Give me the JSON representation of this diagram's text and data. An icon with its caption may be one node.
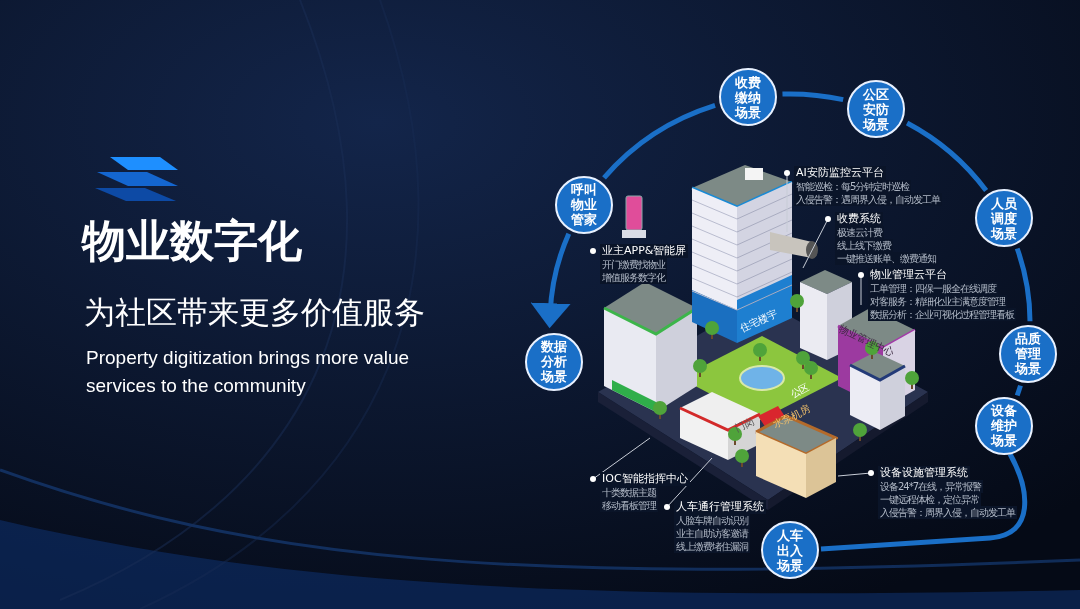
{
  "diagram": {
    "title": "物业数字化",
    "nodes": [
      {
        "text": [
          "收费缴纳场景"
        ]
      },
      {
        "text": [
          "公区安防场景"
        ]
      },
      {
        "text": [
          "AI安防监控云平台",
          "智能巡检：每5分钟定时巡检",
          "入侵告警：遇周界入侵，自动发工单"
        ]
      },
      {
        "text": [
          "呼叫物业管家"
        ]
      },
      {
        "text": [
          "人员调度场景"
        ]
      },
      {
        "text": [
          "收费系统",
          "极速云计费",
          "线上线下缴费",
          "一键推送账单、缴费通知"
        ]
      },
      {
        "text": [
          "业主APP&智能屏",
          "开门缴费找物业",
          "增值服务数字化"
        ]
      },
      {
        "text": [
          "物业管理云平台",
          "工单管理：四保一服全在线调度",
          "对客服务：精细化业主满意度管理",
          "数据分析：企业可视化过程管理看板"
        ]
      },
      {
        "text": [
          "品质管理场景"
        ]
      },
      {
        "text": [
          "数据分析场景"
        ]
      },
      {
        "text": [
          "设备维护场景"
        ]
      },
      {
        "text": [
          "设备设施管理系统",
          "设备24*7在线，异常报警",
          "一键远程体检，定位异常",
          "入侵告警：周界入侵，自动发工单"
        ]
      },
      {
        "text": [
          "IOC智能指挥中心",
          "十类数据主题",
          "移动看板管理"
        ]
      },
      {
        "text": [
          "人车通行管理系统",
          "人脸车牌自动识别",
          "业主自助访客邀请",
          "线上缴费堵住漏洞"
        ]
      },
      {
        "text": [
          "人车出入场景"
        ]
      },
      {
        "text": [
          "水泵机房"
        ]
      }
    ],
    "edges": [
      {
        "from": 14,
        "to": 10,
        "arrow": "none"
      },
      {
        "from": 10,
        "to": 8,
        "arrow": "none"
      },
      {
        "from": 8,
        "to": 4,
        "arrow": "none"
      },
      {
        "from": 4,
        "to": 1,
        "arrow": "none"
      },
      {
        "from": 1,
        "to": 0,
        "arrow": "none"
      },
      {
        "from": 0,
        "to": 3,
        "arrow": "none"
      },
      {
        "from": 3,
        "to": 9,
        "arrow": "to"
      },
      {
        "from": 2,
        "to": null,
        "arrow": "none",
        "color": "#c7ccd6"
      },
      {
        "from": 5,
        "to": null,
        "arrow": "none",
        "color": "#c7ccd6"
      },
      {
        "from": 7,
        "to": null,
        "arrow": "none",
        "color": "#c7ccd6"
      },
      {
        "from": 11,
        "to": 15,
        "arrow": "none",
        "color": "#c7ccd6"
      },
      {
        "from": 12,
        "to": null,
        "arrow": "none",
        "color": "#c7ccd6"
      },
      {
        "from": 13,
        "to": null,
        "arrow": "none",
        "color": "#c7ccd6"
      }
    ],
    "labels": [
      "为社区带来更多价值服务",
      "Property digitization brings more value services to the community",
      "住宅楼宇",
      "物业管理中心",
      "公区",
      "门岗"
    ]
  }
}
